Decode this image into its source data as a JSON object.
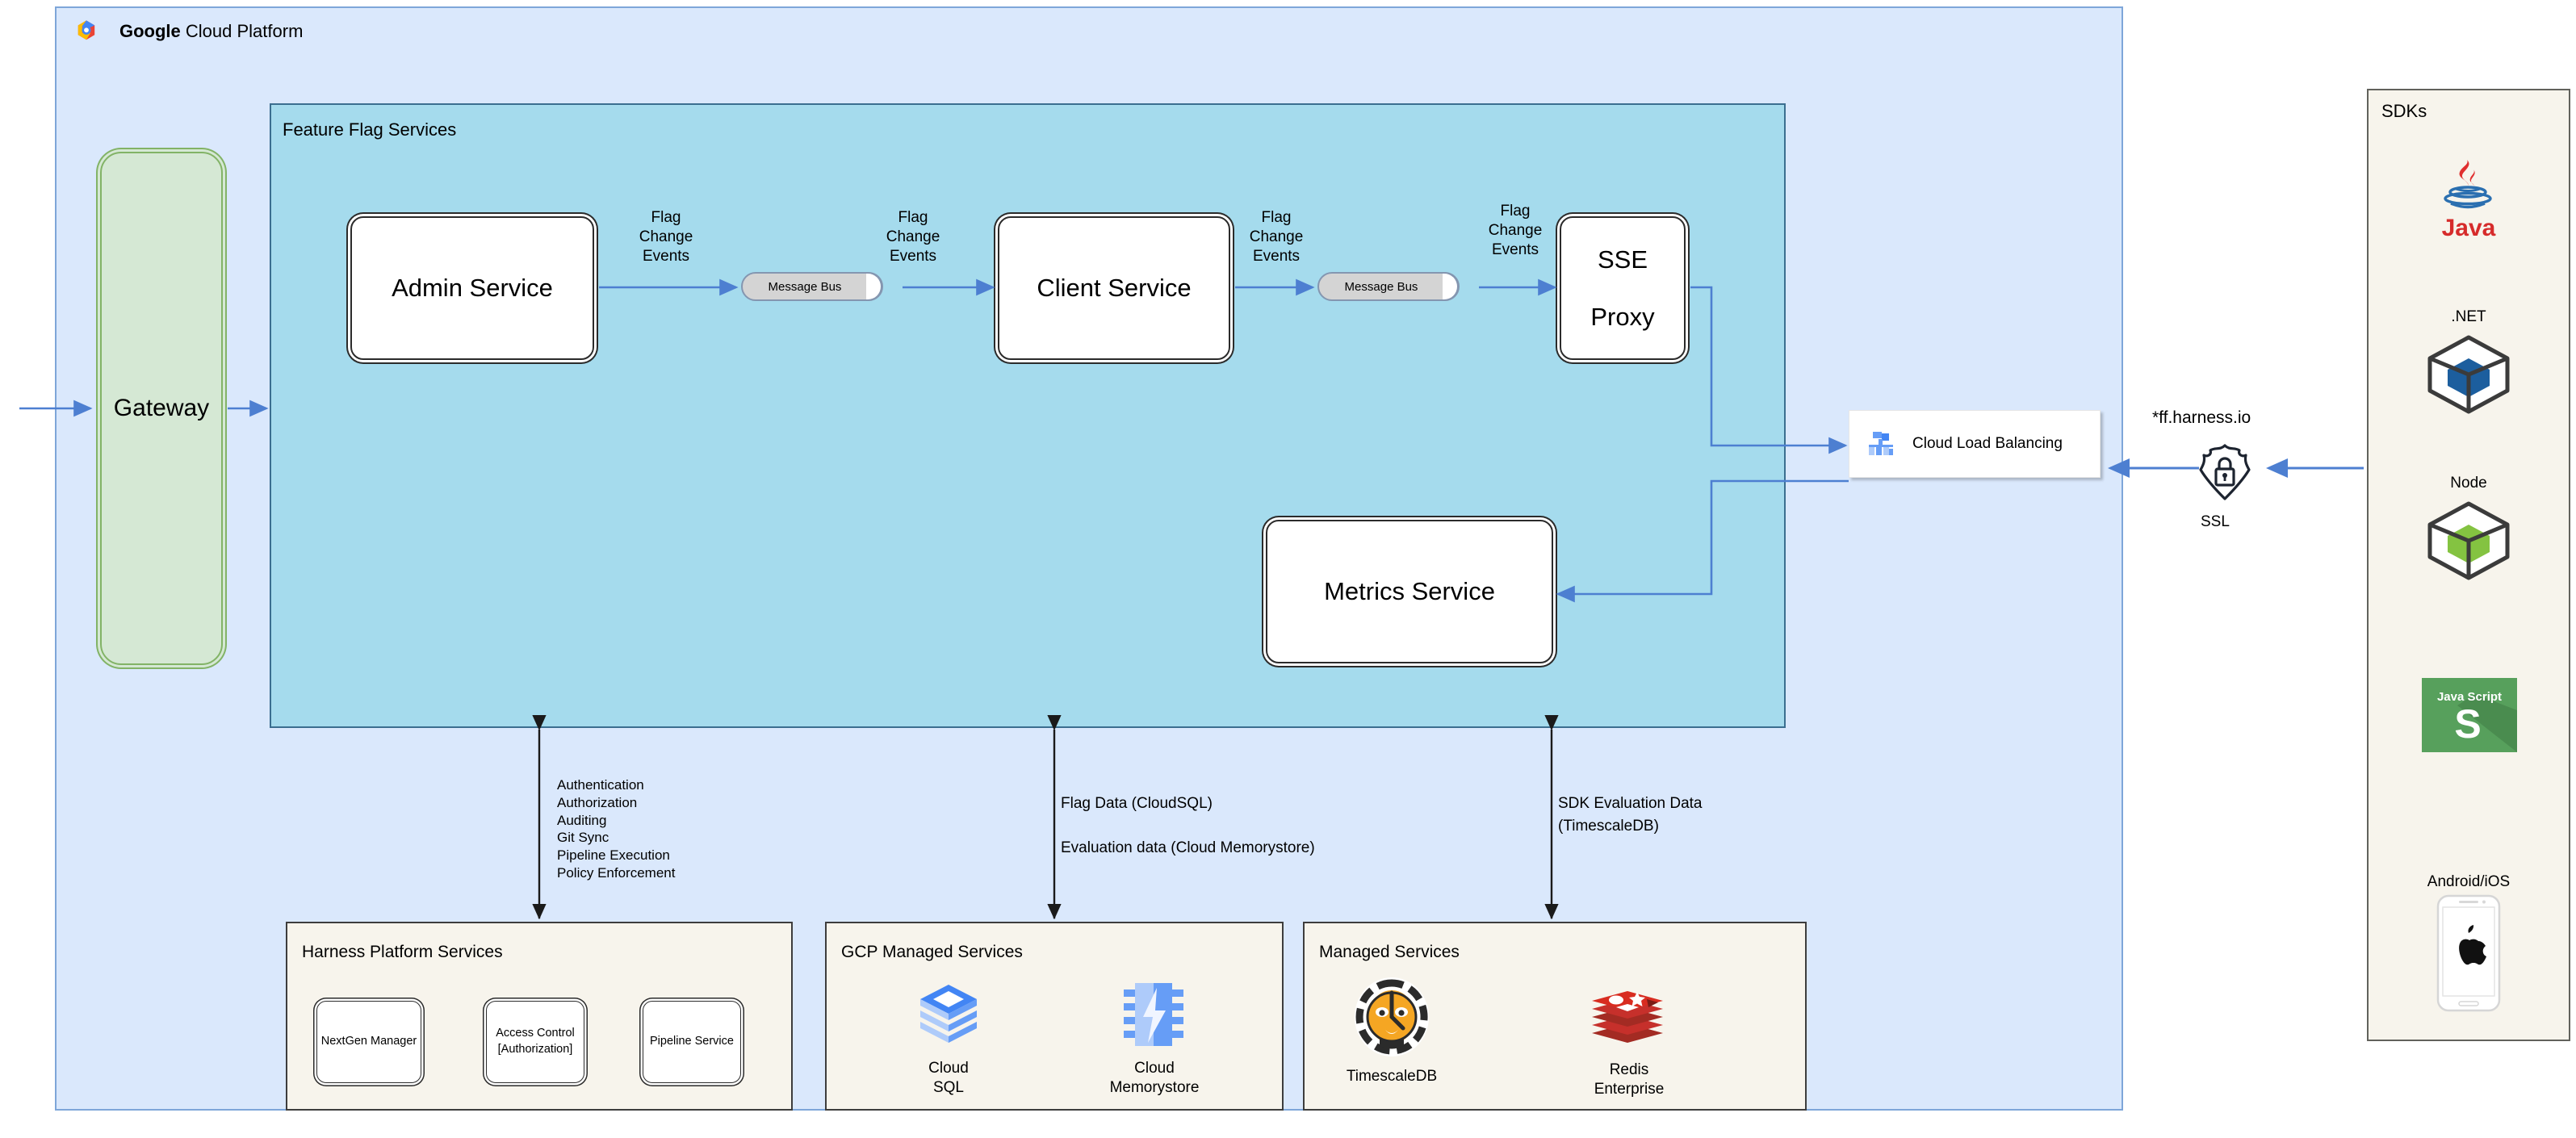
{
  "cloud": {
    "title_bold": "Google",
    "title_rest": " Cloud Platform",
    "logo_icon": "google-cloud-logo"
  },
  "feature_flag_services": {
    "title": "Feature Flag Services",
    "services": [
      {
        "name": "Admin Service"
      },
      {
        "name": "Client Service"
      },
      {
        "name": "SSE Proxy",
        "line1": "SSE",
        "line2": "Proxy"
      },
      {
        "name": "Metrics Service"
      }
    ],
    "message_bus_label": "Message Bus",
    "flow_labels": [
      "Flag\nChange\nEvents",
      "Flag\nChange\nEvents",
      "Flag\nChange\nEvents",
      "Flag\nChange\nEvents"
    ]
  },
  "gateway": {
    "label": "Gateway"
  },
  "load_balancer": {
    "label": "Cloud Load Balancing",
    "icon": "cloud-load-balancing-icon"
  },
  "edge": {
    "domain": "*ff.harness.io",
    "ssl_label": "SSL",
    "ssl_icon": "ssl-shield-lock-icon"
  },
  "annotations": {
    "harness_platform": "Authentication\nAuthorization\nAuditing\nGit Sync\nPipeline Execution\nPolicy Enforcement",
    "gcp_managed": "Flag Data (CloudSQL)\n\nEvaluation data (Cloud Memorystore)",
    "managed": "SDK Evaluation Data\n(TimescaleDB)"
  },
  "bottom_panels": [
    {
      "title": "Harness Platform Services",
      "items": [
        {
          "label": "NextGen Manager"
        },
        {
          "label": "Access Control\n[Authorization]"
        },
        {
          "label": "Pipeline Service"
        }
      ]
    },
    {
      "title": "GCP Managed Services",
      "items": [
        {
          "label": "Cloud\nSQL",
          "icon": "cloud-sql-icon"
        },
        {
          "label": "Cloud\nMemorystore",
          "icon": "cloud-memorystore-icon"
        }
      ]
    },
    {
      "title": "Managed Services",
      "items": [
        {
          "label": "TimescaleDB",
          "icon": "timescaledb-tiger-icon"
        },
        {
          "label": "Redis\nEnterprise",
          "icon": "redis-icon"
        }
      ]
    }
  ],
  "sdks": {
    "title": "SDKs",
    "items": [
      {
        "label": "Java",
        "icon": "java-logo-icon",
        "label_position": "below"
      },
      {
        "label": ".NET",
        "icon": "dotnet-cube-icon",
        "label_position": "above"
      },
      {
        "label": "Node",
        "icon": "node-cube-icon",
        "label_position": "above"
      },
      {
        "label": "Java Script",
        "icon": "javascript-logo-icon",
        "label_position": "inside"
      },
      {
        "label": "Android/iOS",
        "icon": "phone-apple-icon",
        "label_position": "above"
      }
    ]
  },
  "colors": {
    "gcp_bg": "#dae8fc",
    "gcp_border": "#7ea6d9",
    "ffs_bg": "#a5dbed",
    "ffs_border": "#3b6e8f",
    "panel_bg": "#f7f4ec",
    "gateway_bg": "#d5e8d4",
    "gateway_border": "#82b366",
    "arrow_blue": "#4d7fd1",
    "arrow_black": "#1a1a1a"
  }
}
